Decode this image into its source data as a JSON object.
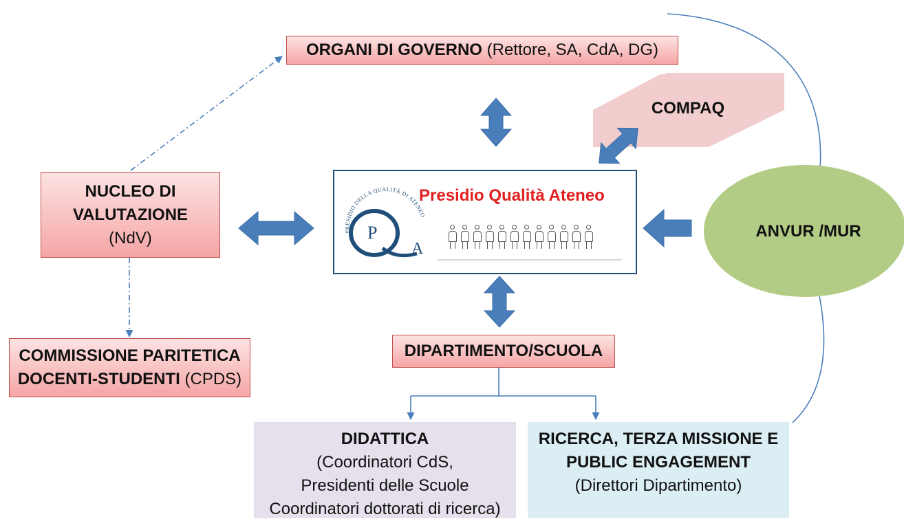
{
  "organi": {
    "bold": "ORGANI DI GOVERNO",
    "normal": " (Rettore, SA, CdA, DG)"
  },
  "compaq": "COMPAQ",
  "nucleo": {
    "line1": "NUCLEO DI",
    "line2": "VALUTAZIONE",
    "line3": "(NdV)"
  },
  "presidio": {
    "title": "Presidio Qualità Ateneo",
    "logo_ring": "PRESIDIO DELLA QUALITÀ DI ATENEO",
    "logo_q": "Q",
    "logo_p": "P",
    "logo_a": "A",
    "people_count": 12
  },
  "anvur": "ANVUR /MUR",
  "commissione": {
    "line1": "COMMISSIONE PARITETICA",
    "line2_bold": "DOCENTI-STUDENTI",
    "line2_normal": " (CPDS)"
  },
  "dipartimento": "DIPARTIMENTO/SCUOLA",
  "didattica": {
    "title": "DIDATTICA",
    "line1": "(Coordinatori CdS,",
    "line2": "Presidenti delle Scuole",
    "line3": "Coordinatori dottorati di ricerca)"
  },
  "ricerca": {
    "line1": "RICERCA, TERZA MISSIONE E",
    "line2": "PUBLIC ENGAGEMENT",
    "line3": "(Direttori Dipartimento)"
  },
  "colors": {
    "arrow": "#4a7ebb",
    "pink_border": "#c0504d",
    "presidio_border": "#1f4e79",
    "presidio_title": "#e02020",
    "anvur_fill": "#b3cc85",
    "compaq_fill": "#f2cdcd",
    "didattica_fill": "#e5e0ec",
    "ricerca_fill": "#dbeef4",
    "curve": "#4a7ebb"
  }
}
